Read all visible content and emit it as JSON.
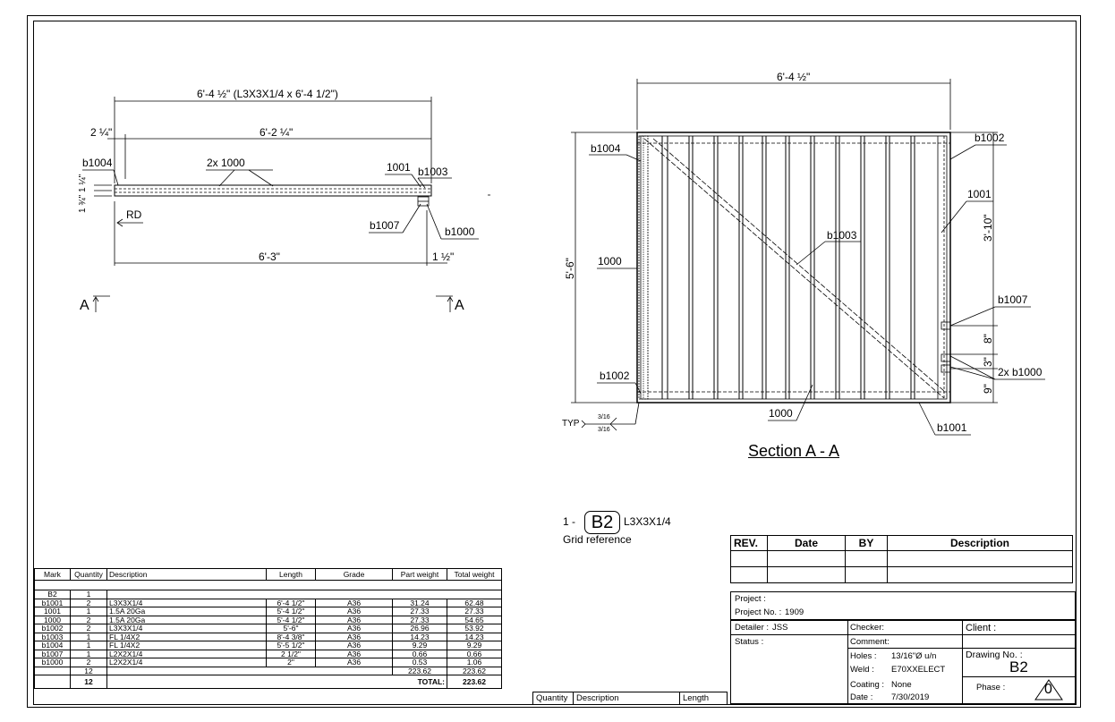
{
  "left_view": {
    "overall_dim": "6'-4 ½\" (L3X3X1/4 x 6'-4 1/2\")",
    "inner_dim": "6'-2 ¼\"",
    "left_dim": "2 ¼\"",
    "height_dims": "1 ¾\" 1 ¼\"",
    "bottom_dim": "6'-3\"",
    "right_small_dim": "1 ½\"",
    "callout_b1004": "b1004",
    "callout_2x1000": "2x 1000",
    "callout_1001": "1001",
    "callout_b1003": "b1003",
    "callout_b1007": "b1007",
    "callout_b1000": "b1000",
    "rd_label": "RD",
    "section_mark_left": "A",
    "section_mark_right": "A"
  },
  "right_view": {
    "top_dim": "6'-4 ½\"",
    "left_dim": "5'-6\"",
    "right_dim": "3'-10\"",
    "dim_8": "8\"",
    "dim_3": "3\"",
    "dim_9": "9\"",
    "callout_b1004": "b1004",
    "callout_b1002_top": "b1002",
    "callout_1001": "1001",
    "callout_b1003": "b1003",
    "callout_1000_left": "1000",
    "callout_b1007": "b1007",
    "callout_2xb1000": "2x b1000",
    "callout_b1002_bottom": "b1002",
    "callout_1000_bottom": "1000",
    "callout_b1001": "b1001",
    "weld_typ": "TYP",
    "weld_size_top": "3/16",
    "weld_size_bottom": "3/16",
    "title": "Section A - A"
  },
  "mark_label": {
    "prefix": "1 -",
    "mark": "B2",
    "profile": "L3X3X1/4",
    "grid_ref": "Grid reference"
  },
  "bom": {
    "headers": [
      "Mark",
      "Quantity",
      "Description",
      "Length",
      "Grade",
      "Part weight",
      "Total weight"
    ],
    "assembly": [
      "B2",
      "1",
      "",
      "",
      "",
      "",
      ""
    ],
    "rows": [
      [
        "b1001",
        "2",
        "L3X3X1/4",
        "6'-4 1/2\"",
        "A36",
        "31.24",
        "62.48"
      ],
      [
        "1001",
        "1",
        "1.5A 20Ga",
        "5'-4 1/2\"",
        "A36",
        "27.33",
        "27.33"
      ],
      [
        "1000",
        "2",
        "1.5A 20Ga",
        "5'-4 1/2\"",
        "A36",
        "27.33",
        "54.65"
      ],
      [
        "b1002",
        "2",
        "L3X3X1/4",
        "5'-6\"",
        "A36",
        "26.96",
        "53.92"
      ],
      [
        "b1003",
        "1",
        "FL 1/4X2",
        "8'-4 3/8\"",
        "A36",
        "14.23",
        "14.23"
      ],
      [
        "b1004",
        "1",
        "FL 1/4X2",
        "5'-5 1/2\"",
        "A36",
        "9.29",
        "9.29"
      ],
      [
        "b1007",
        "1",
        "L2X2X1/4",
        "2 1/2\"",
        "A36",
        "0.66",
        "0.66"
      ],
      [
        "b1000",
        "2",
        "L2X2X1/4",
        "2\"",
        "A36",
        "0.53",
        "1.06"
      ]
    ],
    "subtotal": [
      "",
      "12",
      "",
      "",
      "",
      "223.62",
      "223.62"
    ],
    "total_qty": "12",
    "total_label": "TOTAL:",
    "total_value": "223.62"
  },
  "loose_table": {
    "headers": [
      "Quantity",
      "Description",
      "Length"
    ]
  },
  "title_block": {
    "rev_headers": [
      "REV.",
      "Date",
      "BY",
      "Description"
    ],
    "project_label": "Project :",
    "project_no_label": "Project No. :",
    "project_no": "1909",
    "detailer_label": "Detailer :",
    "detailer": "JSS",
    "checker_label": "Checker:",
    "client_label": "Client :",
    "status_label": "Status :",
    "comment_label": "Comment:",
    "holes_label": "Holes :",
    "holes": "13/16\"Ø u/n",
    "weld_label": "Weld :",
    "weld": "E70XXELECT",
    "coating_label": "Coating :",
    "coating": "None",
    "date_label": "Date :",
    "date": "7/30/2019",
    "drawing_no_label": "Drawing No. :",
    "drawing_no": "B2",
    "phase_label": "Phase :",
    "phase": "0"
  }
}
